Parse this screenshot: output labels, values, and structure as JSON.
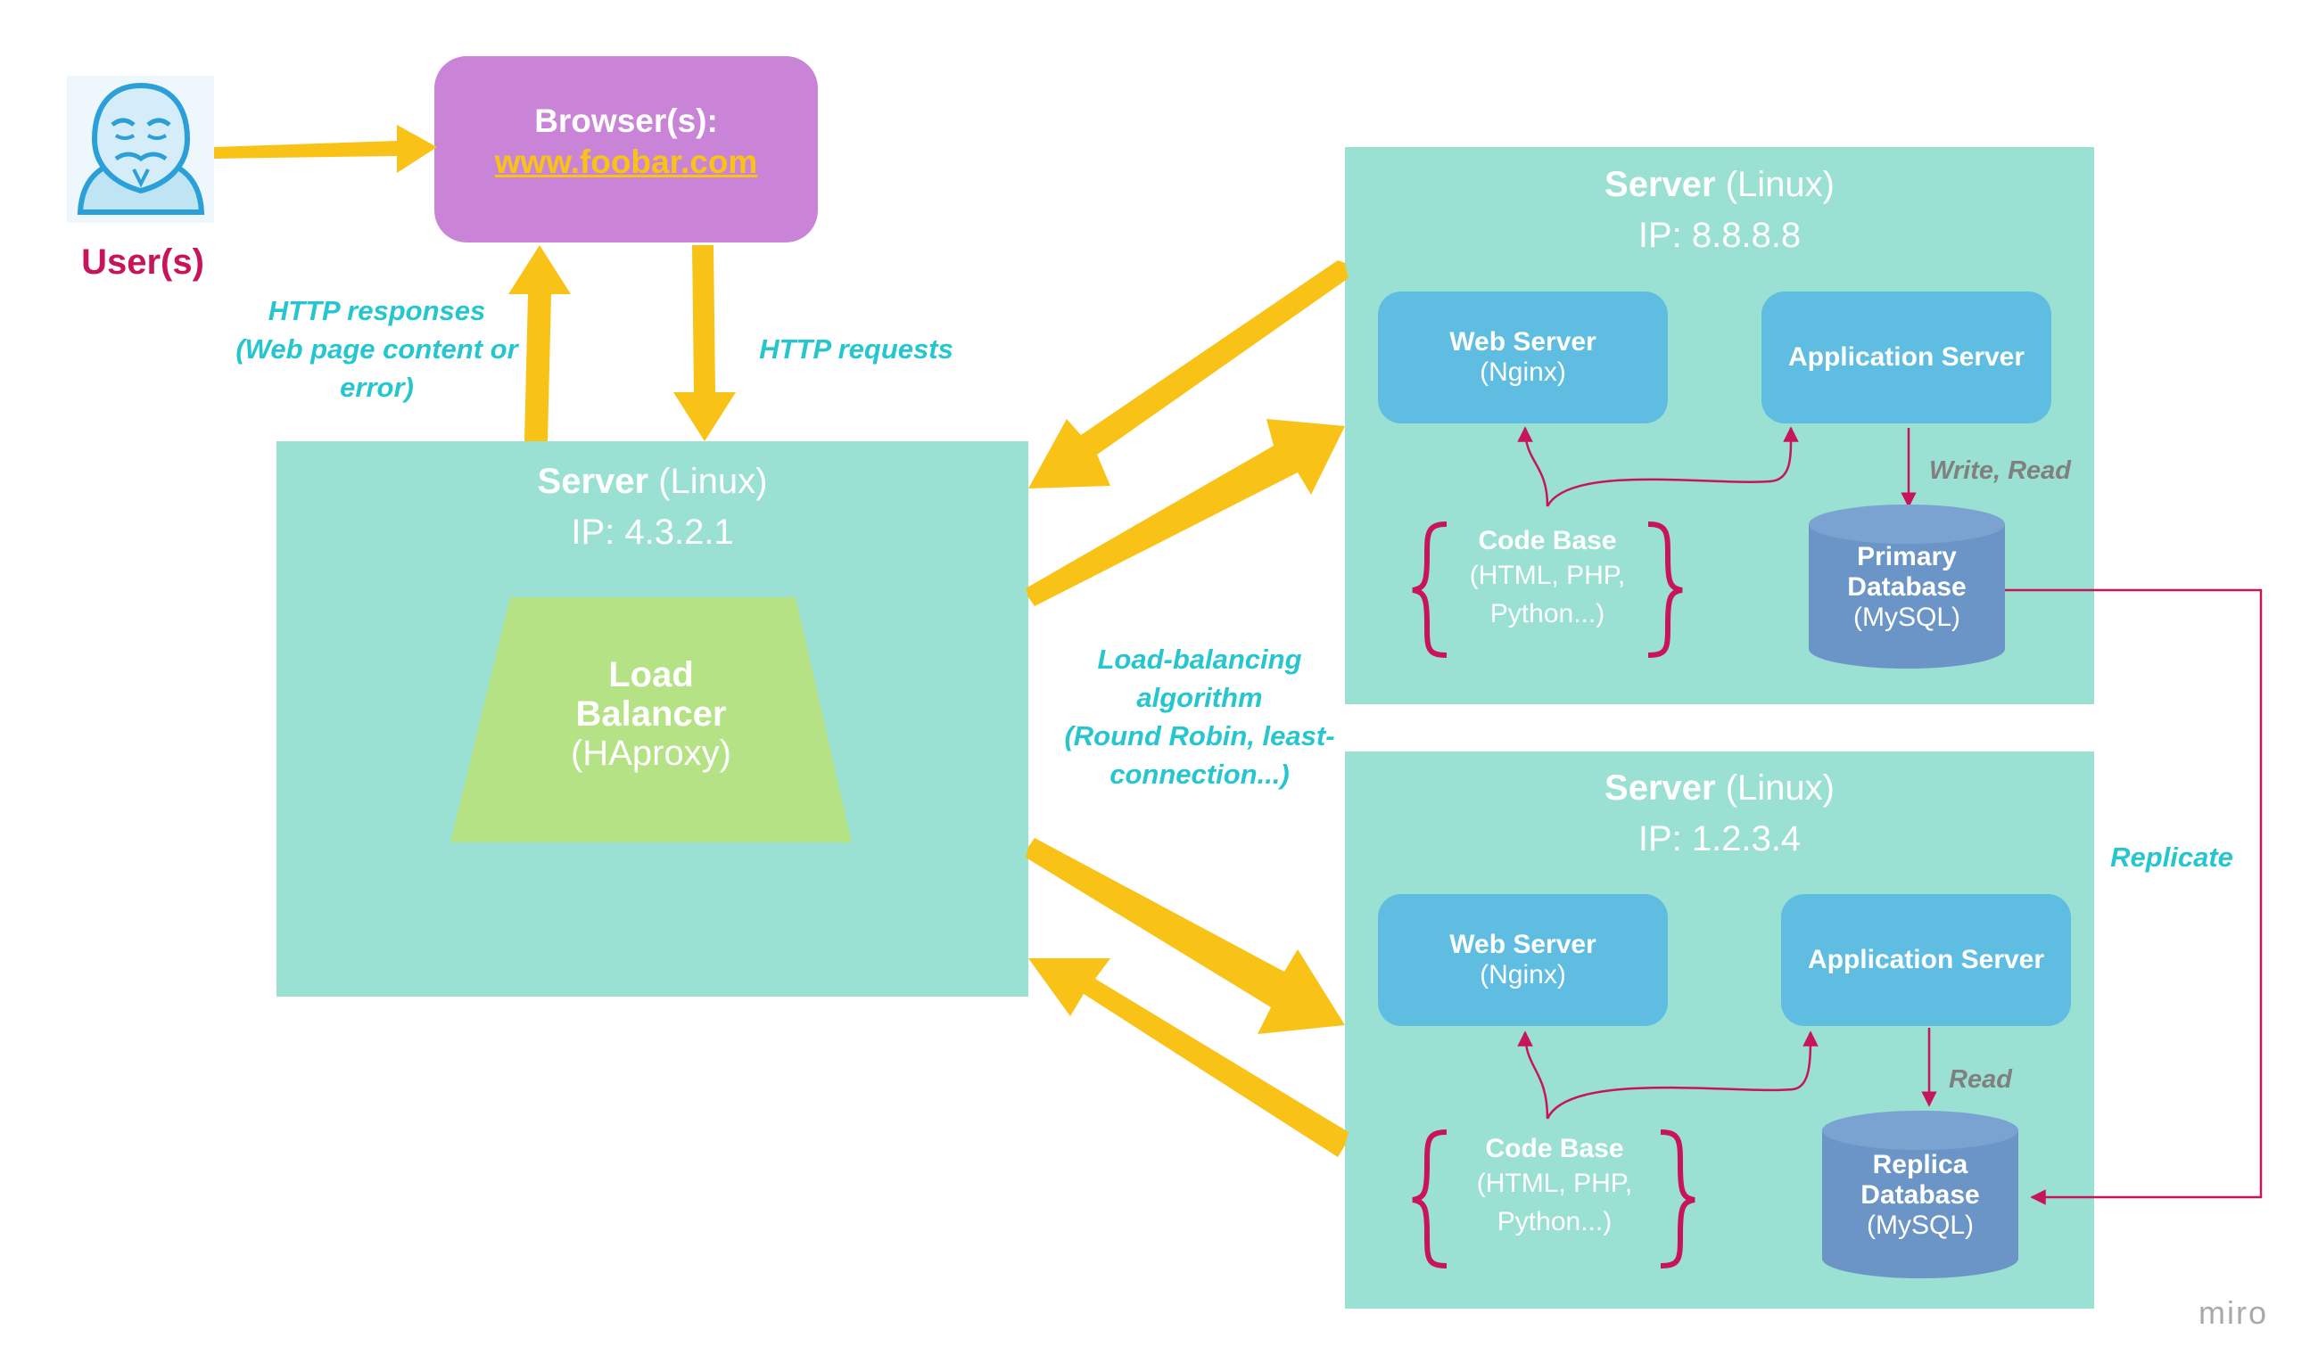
{
  "user": {
    "label": "User(s)"
  },
  "browser": {
    "title": "Browser(s):",
    "url": "www.foobar.com"
  },
  "labels": {
    "http_responses_1": "HTTP responses",
    "http_responses_2": "(Web page content or",
    "http_responses_3": "error)",
    "http_requests": "HTTP requests",
    "lb_algo_1": "Load-balancing",
    "lb_algo_2": "algorithm",
    "lb_algo_3": "(Round Robin, least-",
    "lb_algo_4": "connection...)",
    "replicate": "Replicate",
    "write_read": "Write, Read",
    "read": "Read"
  },
  "lb_server": {
    "title_bold": "Server",
    "title_rest": " (Linux)",
    "ip": "IP: 4.3.2.1",
    "lb_line1": "Load",
    "lb_line2": "Balancer",
    "lb_line3": "(HAproxy)"
  },
  "server1": {
    "title_bold": "Server",
    "title_rest": " (Linux)",
    "ip": "IP: 8.8.8.8",
    "web_title": "Web Server",
    "web_sub": "(Nginx)",
    "app_title": "Application Server",
    "code_title": "Code Base",
    "code_line1": "(HTML, PHP,",
    "code_line2": "Python...)",
    "db_line1": "Primary",
    "db_line2": "Database",
    "db_line3": "(MySQL)"
  },
  "server2": {
    "title_bold": "Server",
    "title_rest": " (Linux)",
    "ip": "IP: 1.2.3.4",
    "web_title": "Web Server",
    "web_sub": "(Nginx)",
    "app_title": "Application Server",
    "code_title": "Code Base",
    "code_line1": "(HTML, PHP,",
    "code_line2": "Python...)",
    "db_line1": "Replica",
    "db_line2": "Database",
    "db_line3": "(MySQL)"
  },
  "watermark": "miro",
  "colors": {
    "teal_bg": "#9ae1d3",
    "blue_box": "#5fbde2",
    "db": "#6b95c6",
    "arrow": "#f8c316",
    "connector": "#c8145a",
    "browser": "#c984d7",
    "lb": "#b5e285"
  }
}
